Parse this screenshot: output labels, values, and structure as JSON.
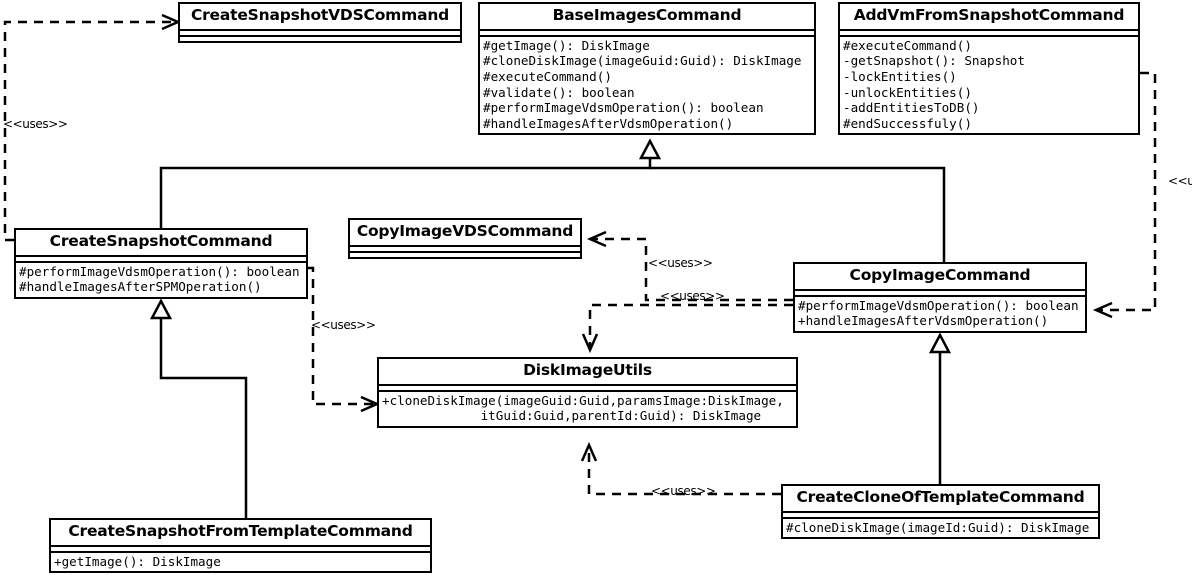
{
  "diagram": {
    "kind": "uml-class-diagram",
    "background_color": "#ffffff",
    "line_color": "#000000",
    "classes": [
      {
        "id": "create-snapshot-vds-command",
        "name": "CreateSnapshotVDSCommand",
        "members": []
      },
      {
        "id": "base-images-command",
        "name": "BaseImagesCommand",
        "members": [
          "#getImage(): DiskImage",
          "#cloneDiskImage(imageGuid:Guid): DiskImage",
          "#executeCommand()",
          "#validate(): boolean",
          "#performImageVdsmOperation(): boolean",
          "#handleImagesAfterVdsmOperation()"
        ]
      },
      {
        "id": "add-vm-from-snapshot-command",
        "name": "AddVmFromSnapshotCommand",
        "members": [
          "#executeCommand()",
          "-getSnapshot(): Snapshot",
          "-lockEntities()",
          "-unlockEntities()",
          "-addEntitiesToDB()",
          "#endSuccessfuly()"
        ]
      },
      {
        "id": "create-snapshot-command",
        "name": "CreateSnapshotCommand",
        "members": [
          "#performImageVdsmOperation(): boolean",
          "#handleImagesAfterSPMOperation()"
        ]
      },
      {
        "id": "copy-image-vds-command",
        "name": "CopyImageVDSCommand",
        "members": []
      },
      {
        "id": "copy-image-command",
        "name": "CopyImageCommand",
        "members": [
          "#performImageVdsmOperation(): boolean",
          "+handleImagesAfterVdsmOperation()"
        ]
      },
      {
        "id": "disk-image-utils",
        "name": "DiskImageUtils",
        "members": [
          "+cloneDiskImage(imageGuid:Guid,paramsImage:DiskImage,",
          "             itGuid:Guid,parentId:Guid): DiskImage"
        ]
      },
      {
        "id": "create-snapshot-from-template-command",
        "name": "CreateSnapshotFromTemplateCommand",
        "members": [
          "+getImage(): DiskImage"
        ]
      },
      {
        "id": "create-clone-of-template-command",
        "name": "CreateCloneOfTemplateCommand",
        "members": [
          "#cloneDiskImage(imageId:Guid): DiskImage"
        ]
      }
    ],
    "dependency_labels": [
      {
        "id": "uses-left",
        "text": "<<uses>>"
      },
      {
        "id": "uses-copyimagevds",
        "text": "<<uses>>"
      },
      {
        "id": "uses-copyimage-to-diskimageutils",
        "text": "<<uses>>"
      },
      {
        "id": "uses-createsnapshot-to-diskimageutils",
        "text": "<<uses>>"
      },
      {
        "id": "uses-createclone-to-diskimageutils",
        "text": "<<uses>>"
      },
      {
        "id": "uses-right-edge",
        "text": "<<us"
      }
    ],
    "relationships": [
      {
        "from": "create-snapshot-command",
        "to": "base-images-command",
        "type": "generalization"
      },
      {
        "from": "copy-image-command",
        "to": "base-images-command",
        "type": "generalization"
      },
      {
        "from": "create-snapshot-from-template-command",
        "to": "create-snapshot-command",
        "type": "generalization"
      },
      {
        "from": "create-clone-of-template-command",
        "to": "copy-image-command",
        "type": "generalization"
      },
      {
        "from": "create-snapshot-command",
        "to": "create-snapshot-vds-command",
        "type": "dependency"
      },
      {
        "from": "copy-image-command",
        "to": "copy-image-vds-command",
        "type": "dependency"
      },
      {
        "from": "copy-image-command",
        "to": "disk-image-utils",
        "type": "dependency"
      },
      {
        "from": "create-snapshot-command",
        "to": "disk-image-utils",
        "type": "dependency"
      },
      {
        "from": "create-clone-of-template-command",
        "to": "disk-image-utils",
        "type": "dependency"
      },
      {
        "from": "add-vm-from-snapshot-command",
        "to": "copy-image-command",
        "type": "dependency"
      }
    ]
  }
}
